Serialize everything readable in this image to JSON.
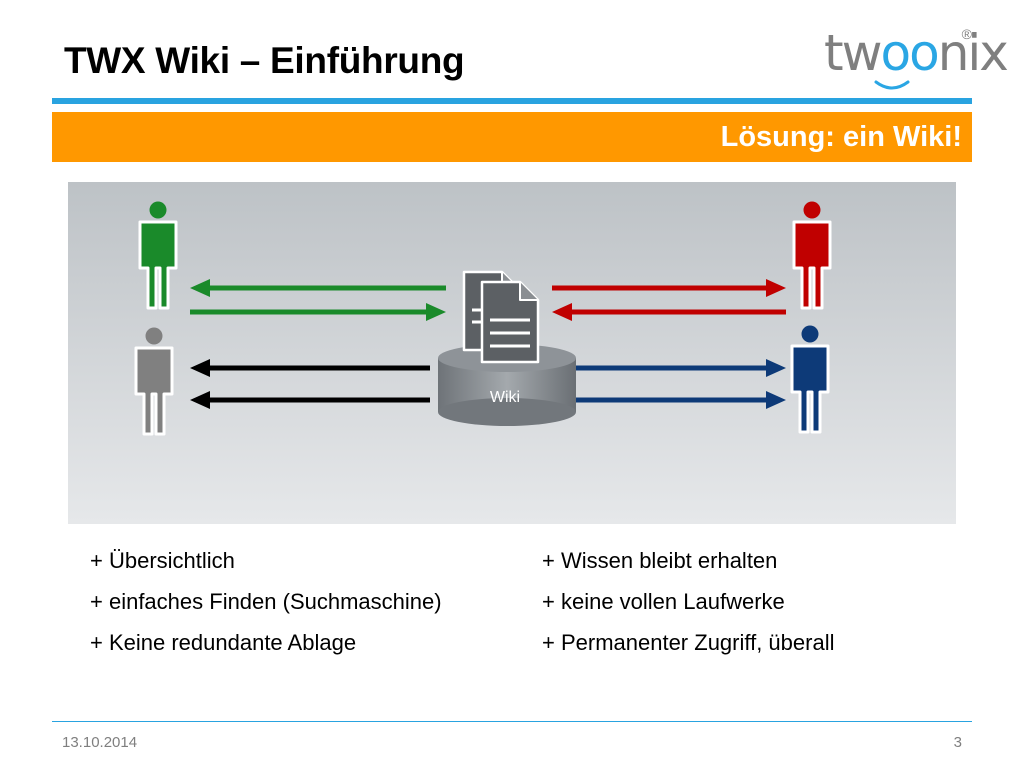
{
  "header": {
    "title": "TWX Wiki – Einführung",
    "logo_text_pre": "tw",
    "logo_text_oo": "oo",
    "logo_text_post": "nix",
    "logo_registered": "®"
  },
  "banner": {
    "subtitle": "Lösung: ein Wiki!"
  },
  "diagram": {
    "center_label": "Wiki",
    "colors": {
      "green": "#1a8a2a",
      "red": "#c00000",
      "gray": "#808080",
      "navy": "#0d3a78",
      "black": "#000000"
    }
  },
  "bullets": {
    "left": [
      "+ Übersichtlich",
      "+ einfaches Finden (Suchmaschine)",
      "+ Keine redundante Ablage"
    ],
    "right": [
      "+ Wissen bleibt erhalten",
      "+ keine vollen Laufwerke",
      "+ Permanenter Zugriff, überall"
    ]
  },
  "footer": {
    "date": "13.10.2014",
    "page": "3"
  }
}
